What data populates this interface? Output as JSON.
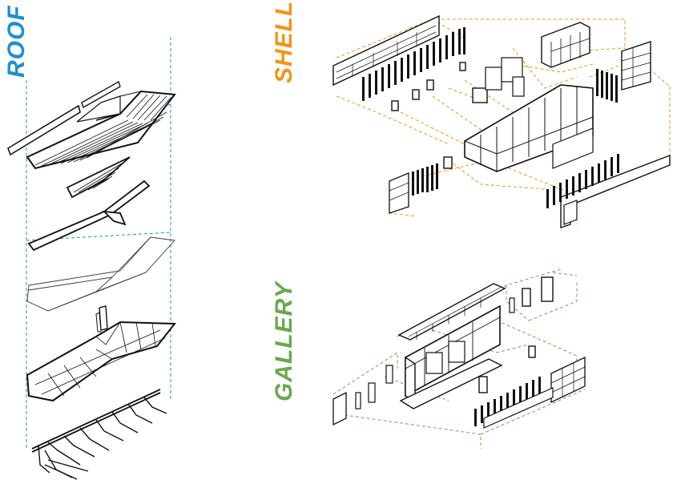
{
  "labels": {
    "roof": "ROOF",
    "shell": "SHELL",
    "gallery": "GALLERY"
  },
  "colors": {
    "roof": "#1c8fd6",
    "shell": "#f29418",
    "gallery": "#6aa84f",
    "ink": "#111111"
  }
}
